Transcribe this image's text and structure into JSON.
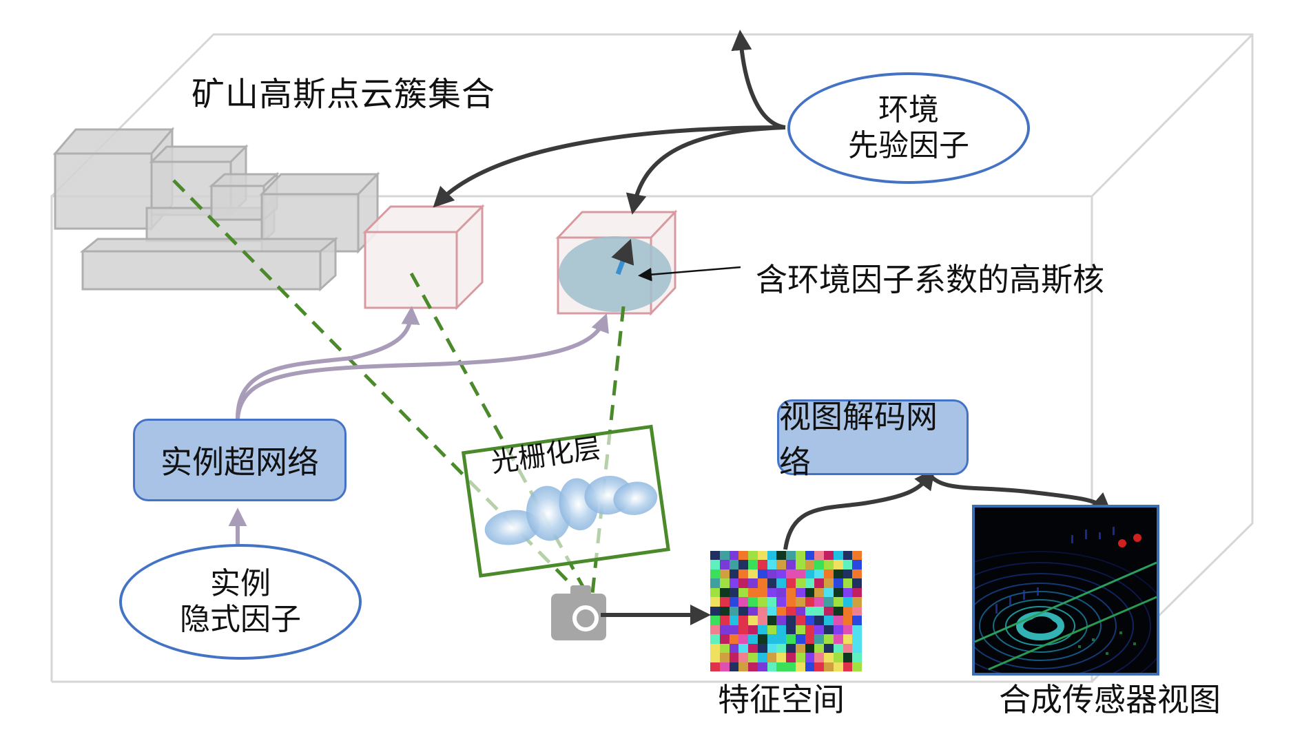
{
  "title": "矿山高斯点云簇集合",
  "nodes": {
    "env_prior": {
      "line1": "环境",
      "line2": "先验因子"
    },
    "instance_latent": {
      "line1": "实例",
      "line2": "隐式因子"
    },
    "instance_hypernet": {
      "label": "实例超网络"
    },
    "view_decoder": {
      "label": "视图解码网络"
    },
    "rasterizer": {
      "label": "光栅化层"
    }
  },
  "annotations": {
    "gaussian_kernel": "含环境因子系数的高斯核",
    "feature_space": "特征空间",
    "synthetic_view": "合成传感器视图"
  },
  "icons": {
    "camera": "camera-icon",
    "feature_map": "feature-map-image",
    "lidar_view": "lidar-point-cloud-image"
  },
  "colors": {
    "node_fill": "#a8c3e6",
    "node_border": "#4472c4",
    "frustum_line": "#4a8a2a",
    "arrow_dark": "#3a3a3a",
    "arrow_purple": "#a99cb8",
    "cluster_gray": "#cfcdce",
    "cluster_pink": "#d89aa0",
    "gaussian_fill": "#9fc0cc",
    "gaussian_arrow": "#3a8fd0"
  }
}
